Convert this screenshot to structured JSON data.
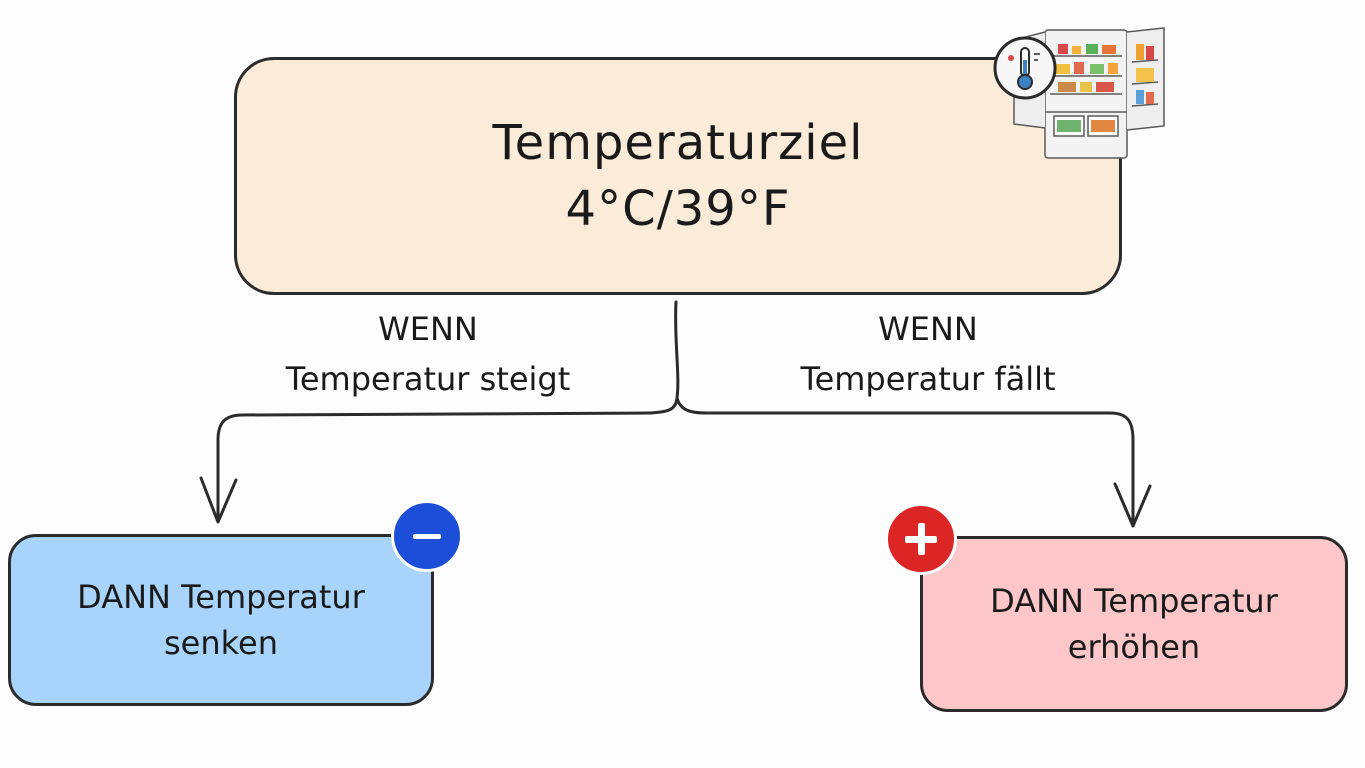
{
  "goal": {
    "title": "Temperaturziel",
    "value": "4°C/39°F",
    "icon": "fridge-thermometer-icon",
    "color": "#fbebd9"
  },
  "conditions": {
    "left": {
      "keyword": "WENN",
      "text": "Temperatur steigt"
    },
    "right": {
      "keyword": "WENN",
      "text": "Temperatur fällt"
    }
  },
  "actions": {
    "left": {
      "line1": "DANN Temperatur",
      "line2": "senken",
      "badge_icon": "minus-icon",
      "color": "#a8d4fc",
      "badge_color": "#1d4ed8"
    },
    "right": {
      "line1": "DANN Temperatur",
      "line2": "erhöhen",
      "badge_icon": "plus-icon",
      "color": "#fdc7c9",
      "badge_color": "#dc2626"
    }
  }
}
